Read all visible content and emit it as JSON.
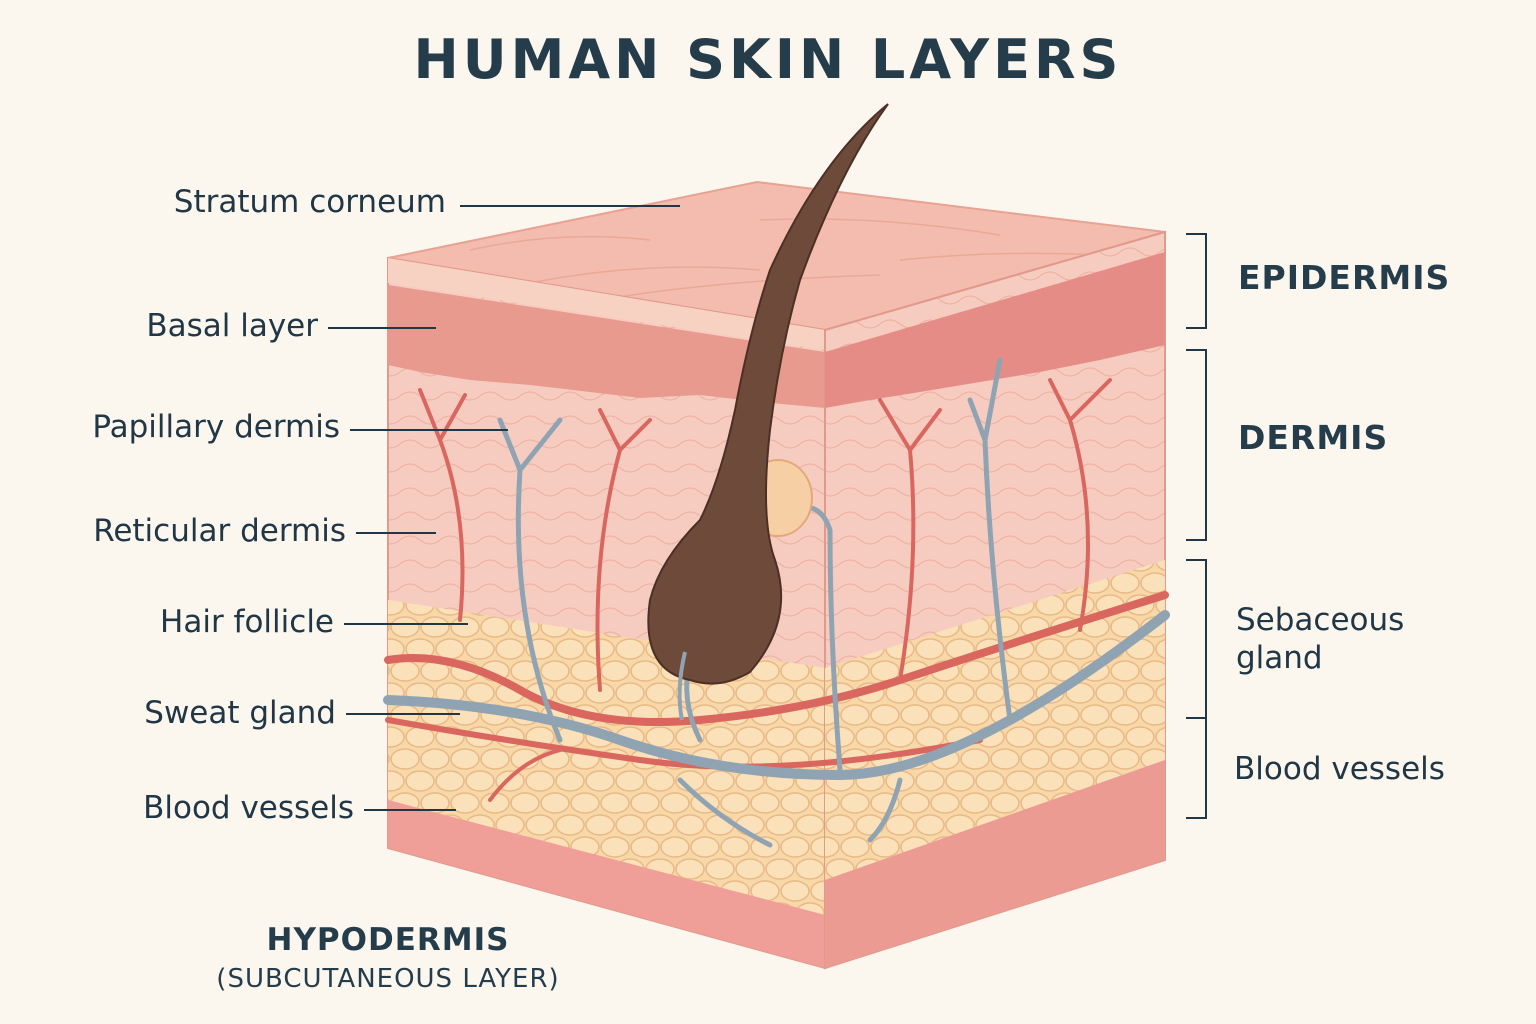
{
  "title": "HUMAN SKIN LAYERS",
  "left_labels": {
    "stratum_corneum": "Stratum corneum",
    "basal_layer": "Basal layer",
    "papillary_dermis": "Papillary dermis",
    "reticular_dermis": "Reticular dermis",
    "hair_follicle": "Hair follicle",
    "sweat_gland": "Sweat gland",
    "blood_vessels": "Blood vessels"
  },
  "right_labels": {
    "epidermis": "EPIDERMIS",
    "dermis": "DERMIS",
    "sebaceous_line1": "Sebaceous",
    "sebaceous_line2": "gland",
    "blood_vessels": "Blood vessels"
  },
  "hypodermis": {
    "title": "HYPODERMIS",
    "subtitle": "(SUBCUTANEOUS LAYER)"
  },
  "colors": {
    "background": "#fbf7ef",
    "text": "#213746",
    "epidermis": "#f2b5a6",
    "basal": "#e7938a",
    "dermis": "#f6c5b9",
    "fat": "#f8d6a6",
    "artery": "#d9665f",
    "vein": "#8fa3b3",
    "hair": "#6e4a3a"
  }
}
